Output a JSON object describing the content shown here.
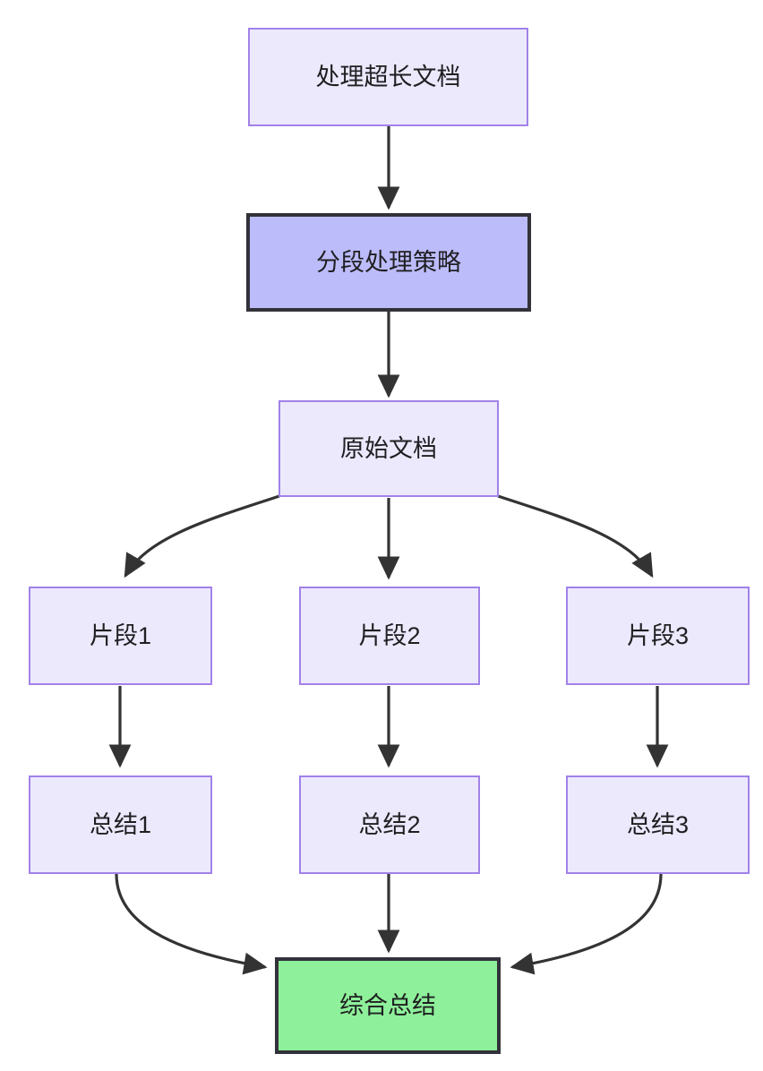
{
  "diagram": {
    "type": "flowchart",
    "direction": "top-to-bottom",
    "background_color": "#ffffff",
    "palette": {
      "node_fill": "#ece9fd",
      "node_border": "#a182e8",
      "highlight_fill": "#bdbcfb",
      "highlight_border": "#32323a",
      "result_fill": "#8ef09a",
      "result_border": "#32323a",
      "edge_stroke": "#333333",
      "text_color": "#1f1f21"
    },
    "nodes": [
      {
        "id": "n1",
        "label": "处理超长文档",
        "style": "default"
      },
      {
        "id": "n2",
        "label": "分段处理策略",
        "style": "highlight"
      },
      {
        "id": "n3",
        "label": "原始文档",
        "style": "default"
      },
      {
        "id": "n4",
        "label": "片段1",
        "style": "default"
      },
      {
        "id": "n5",
        "label": "片段2",
        "style": "default"
      },
      {
        "id": "n6",
        "label": "片段3",
        "style": "default"
      },
      {
        "id": "n7",
        "label": "总结1",
        "style": "default"
      },
      {
        "id": "n8",
        "label": "总结2",
        "style": "default"
      },
      {
        "id": "n9",
        "label": "总结3",
        "style": "default"
      },
      {
        "id": "n10",
        "label": "综合总结",
        "style": "result"
      }
    ],
    "edges": [
      {
        "from": "n1",
        "to": "n2",
        "shape": "straight"
      },
      {
        "from": "n2",
        "to": "n3",
        "shape": "straight"
      },
      {
        "from": "n3",
        "to": "n4",
        "shape": "curved"
      },
      {
        "from": "n3",
        "to": "n5",
        "shape": "straight"
      },
      {
        "from": "n3",
        "to": "n6",
        "shape": "curved"
      },
      {
        "from": "n4",
        "to": "n7",
        "shape": "straight"
      },
      {
        "from": "n5",
        "to": "n8",
        "shape": "straight"
      },
      {
        "from": "n6",
        "to": "n9",
        "shape": "straight"
      },
      {
        "from": "n7",
        "to": "n10",
        "shape": "curved"
      },
      {
        "from": "n8",
        "to": "n10",
        "shape": "straight"
      },
      {
        "from": "n9",
        "to": "n10",
        "shape": "curved"
      }
    ]
  }
}
